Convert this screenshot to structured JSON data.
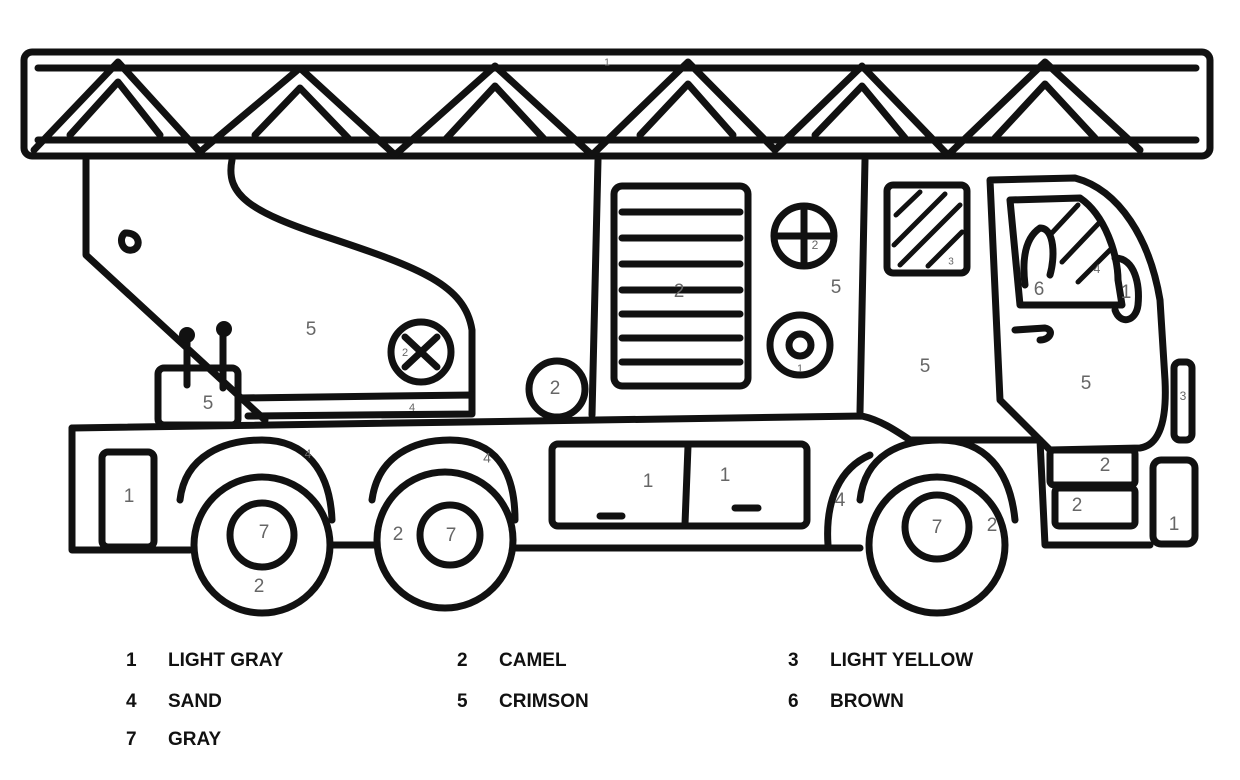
{
  "numbers": {
    "ladder": "1",
    "arm": "5",
    "base_box": "5",
    "arm_rail": "4",
    "round_vent": "2",
    "ball": "2",
    "shutter": "2",
    "small_window_cross": "2",
    "body_right": "5",
    "round_light": "1",
    "mid_body": "5",
    "hatched_window": "3",
    "windshield": "4",
    "driver": "6",
    "mirror": "1",
    "cab": "5",
    "side_light": "3",
    "rear_door": "1",
    "fender_rear": "4",
    "fender_mid": "4",
    "compartment_left": "1",
    "compartment_right": "1",
    "fender_front": "4",
    "step_top": "2",
    "step_bottom": "2",
    "bumper": "1",
    "hub_rear": "7",
    "tire_rear": "2",
    "hub_mid": "7",
    "tire_mid": "2",
    "hub_front": "7",
    "tire_front": "2"
  },
  "legend": [
    {
      "number": "1",
      "color": "LIGHT GRAY"
    },
    {
      "number": "2",
      "color": "CAMEL"
    },
    {
      "number": "3",
      "color": "LIGHT YELLOW"
    },
    {
      "number": "4",
      "color": "SAND"
    },
    {
      "number": "5",
      "color": "CRIMSON"
    },
    {
      "number": "6",
      "color": "BROWN"
    },
    {
      "number": "7",
      "color": "GRAY"
    }
  ],
  "line_color": "#111111",
  "number_color": "#666666"
}
